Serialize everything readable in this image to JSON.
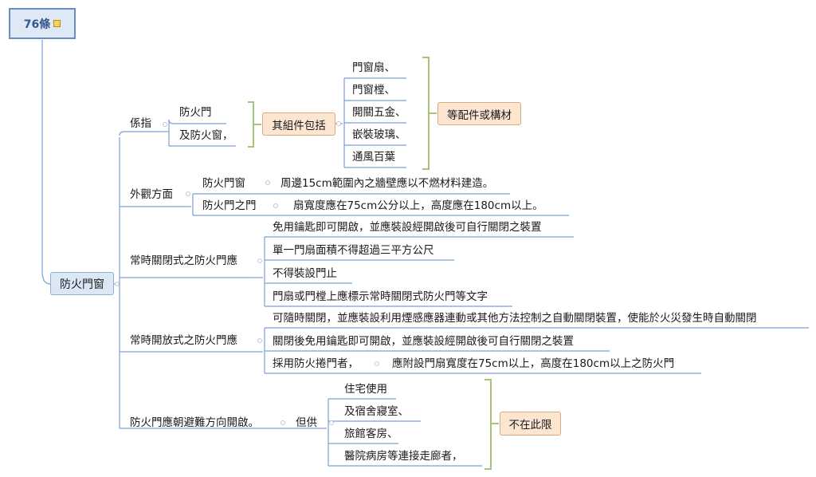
{
  "root": {
    "label": "76條"
  },
  "main": {
    "label": "防火門窗"
  },
  "branch1": {
    "label": "係指",
    "items": [
      "防火門",
      "及防火窗，"
    ],
    "group_label": "其組件包括",
    "components": [
      "門窗扇、",
      "門窗樘、",
      "開關五金、",
      "嵌裝玻璃、",
      "通風百葉"
    ],
    "summary": "等配件或構材"
  },
  "branch2": {
    "label": "外觀方面",
    "rows": [
      {
        "label": "防火門窗",
        "text": "周邊15cm範圍內之牆壁應以不燃材料建造。"
      },
      {
        "label": "防火門之門",
        "text": "扇寬度應在75cm公分以上，高度應在180cm以上。"
      }
    ]
  },
  "branch3": {
    "label": "常時關閉式之防火門應",
    "items": [
      "免用鑰匙即可開啟，並應裝設經開啟後可自行關閉之裝置",
      "單一門扇面積不得超過三平方公尺",
      "不得裝設門止",
      "門扇或門樘上應標示常時關閉式防火門等文字"
    ]
  },
  "branch4": {
    "label": "常時開放式之防火門應",
    "items": [
      "可隨時關閉，並應裝設利用煙感應器連動或其他方法控制之自動關閉裝置，使能於火災發生時自動關閉",
      "關閉後免用鑰匙即可開啟，並應裝設經開啟後可自行關閉之裝置"
    ],
    "shutter_label": "採用防火捲門者，",
    "shutter_text": "應附設門扇寬度在75cm以上，高度在180cm以上之防火門"
  },
  "branch5": {
    "label": "防火門應朝避難方向開啟。",
    "sub_label": "但供",
    "items": [
      "住宅使用",
      "及宿舍寢室、",
      "旅館客房、",
      "醫院病房等連接走廊者，"
    ],
    "summary": "不在此限"
  },
  "colors": {
    "line": "#7a9fd4",
    "bracket": "#a8c47a",
    "main_fill": "#dbe7f5",
    "orange_fill": "#fce6d2"
  }
}
